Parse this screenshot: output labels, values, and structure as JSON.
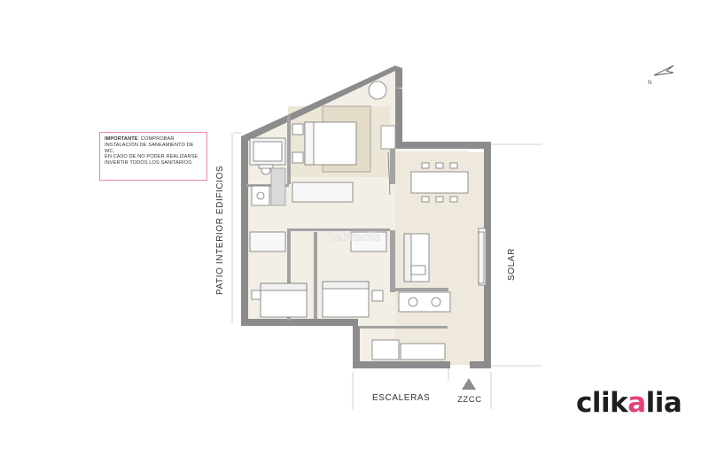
{
  "note": {
    "bold": "IMPORTANTE",
    "rest": ": COMPROBAR",
    "line2": "INSTALACIÓN DE SANEAMIENTO DE WC,",
    "line3": "EN CASO DE NO PODER REALIZARSE",
    "line4": "INVERTIR TODOS LOS SANITARIOS."
  },
  "labels": {
    "patio": "PATIO INTERIOR EDIFICIOS",
    "solar": "SOLAR",
    "escaleras": "ESCALERAS",
    "zzcc": "ZZCC"
  },
  "watermark": "habitaclia",
  "brand": {
    "part1": "clik",
    "part2": "a",
    "part3": "lia",
    "accent_color": "#e6407a"
  },
  "compass": {
    "letter": "N"
  },
  "colors": {
    "wall": "#8a8a8a",
    "floor": "#efeadf",
    "accent": "#e6407a"
  }
}
